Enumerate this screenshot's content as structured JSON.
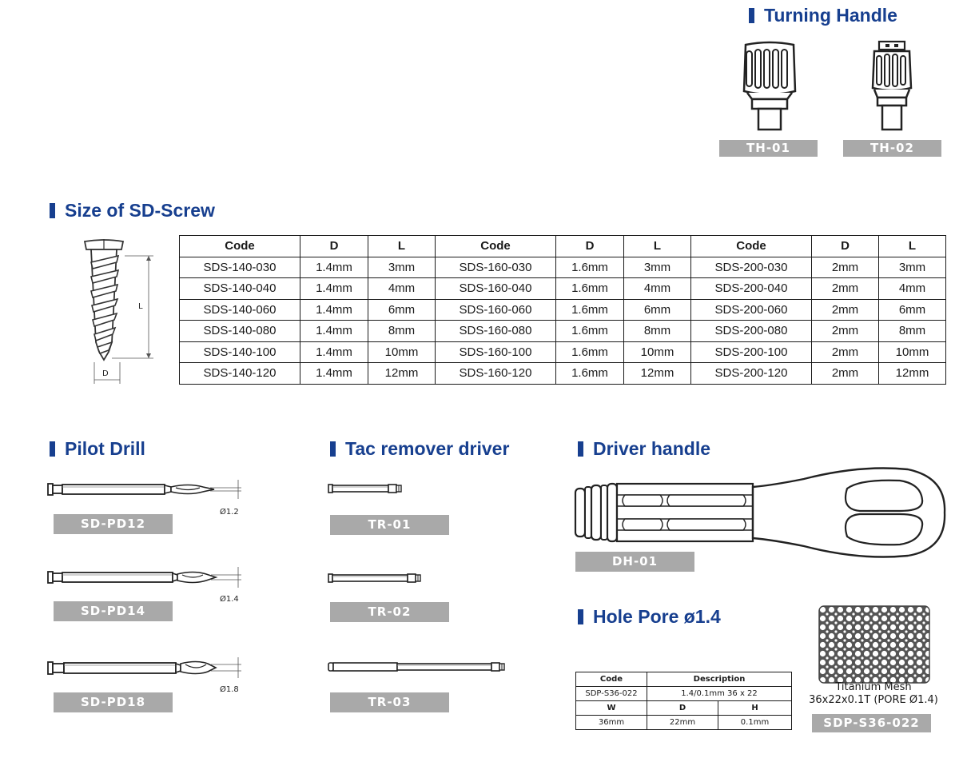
{
  "turning_handle": {
    "title": "Turning Handle",
    "items": [
      {
        "code": "TH-01"
      },
      {
        "code": "TH-02"
      }
    ]
  },
  "screw": {
    "title": "Size of SD-Screw",
    "dim_labels": {
      "length": "L",
      "diameter": "D"
    },
    "headers": [
      "Code",
      "D",
      "L",
      "Code",
      "D",
      "L",
      "Code",
      "D",
      "L"
    ],
    "rows": [
      [
        "SDS-140-030",
        "1.4mm",
        "3mm",
        "SDS-160-030",
        "1.6mm",
        "3mm",
        "SDS-200-030",
        "2mm",
        "3mm"
      ],
      [
        "SDS-140-040",
        "1.4mm",
        "4mm",
        "SDS-160-040",
        "1.6mm",
        "4mm",
        "SDS-200-040",
        "2mm",
        "4mm"
      ],
      [
        "SDS-140-060",
        "1.4mm",
        "6mm",
        "SDS-160-060",
        "1.6mm",
        "6mm",
        "SDS-200-060",
        "2mm",
        "6mm"
      ],
      [
        "SDS-140-080",
        "1.4mm",
        "8mm",
        "SDS-160-080",
        "1.6mm",
        "8mm",
        "SDS-200-080",
        "2mm",
        "8mm"
      ],
      [
        "SDS-140-100",
        "1.4mm",
        "10mm",
        "SDS-160-100",
        "1.6mm",
        "10mm",
        "SDS-200-100",
        "2mm",
        "10mm"
      ],
      [
        "SDS-140-120",
        "1.4mm",
        "12mm",
        "SDS-160-120",
        "1.6mm",
        "12mm",
        "SDS-200-120",
        "2mm",
        "12mm"
      ]
    ]
  },
  "pilot_drill": {
    "title": "Pilot Drill",
    "items": [
      {
        "code": "SD-PD12",
        "dia": "Ø1.2"
      },
      {
        "code": "SD-PD14",
        "dia": "Ø1.4"
      },
      {
        "code": "SD-PD18",
        "dia": "Ø1.8"
      }
    ]
  },
  "tac_remover": {
    "title": "Tac remover driver",
    "items": [
      {
        "code": "TR-01"
      },
      {
        "code": "TR-02"
      },
      {
        "code": "TR-03"
      }
    ]
  },
  "driver_handle": {
    "title": "Driver handle",
    "code": "DH-01"
  },
  "hole_pore": {
    "title": "Hole Pore ø1.4",
    "table": {
      "header1": [
        "Code",
        "Description"
      ],
      "row1": [
        "SDP-S36-022",
        "1.4/0.1mm 36 x 22"
      ],
      "header2": [
        "W",
        "D",
        "H"
      ],
      "row2": [
        "36mm",
        "22mm",
        "0.1mm"
      ]
    },
    "mesh_caption_line1": "Titanium Mesh",
    "mesh_caption_line2": "36x22x0.1T (PORE Ø1.4)",
    "code": "SDP-S36-022"
  },
  "colors": {
    "heading": "#173f8f",
    "label_bg": "#a9a9a9"
  }
}
